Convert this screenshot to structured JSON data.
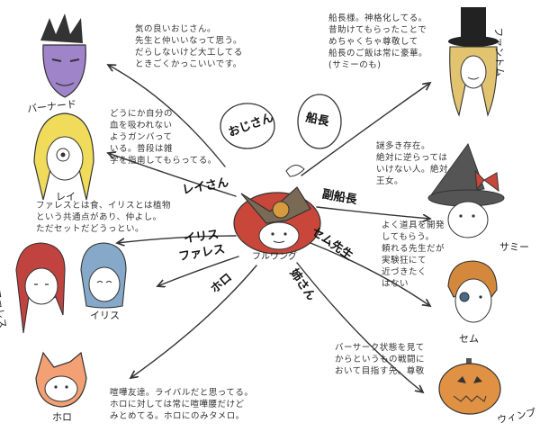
{
  "center": {
    "label": "フルワング"
  },
  "notes": {
    "bernard": "気の良いおじさん。\n先生と仲いいなって思う。\nだらしないけど大工してる\nときごくかっこいいです。",
    "reit": "どうにか自分の\n血を吸われない\nようガンバって\nいる。普段は雑\n学を指南してもらってる。",
    "phares_iris": "ファレスとは食、イリスとは植物\nという共通点があり、仲よし。\nただセットだどうっとい。",
    "holo": "喧嘩友達。ライバルだと思ってる。\nホロに対しては常に喧嘩腰だけど\nみとめてる。ホロにのみタメロ。",
    "captain": "船長様。神格化してる。\n昔助けてもらったことで\nめちゃくちゃ尊敬して\n船長のご飯は常に豪華。\n(サミーのも)",
    "sammy": "謎多き存在。\n絶対に逆らっては\nいけない人。絶対\n王女。",
    "sem": "よく道具を開発\nしてもらう。\n頼れる先生だが\n実験狂にて\n近づきたく\nはない",
    "wimp": "バーサーク状態を見て\nからというもの戦闘に\nおいて目指す先。尊敬"
  },
  "tags": {
    "ojisan": "おじさん",
    "captain": "船長",
    "reisan": "レイさん",
    "vice": "副船長",
    "sem_sensei": "セム先生",
    "iris": "イリス",
    "phares": "ファレス",
    "holo": "ホロ",
    "anesan": "姉さん"
  },
  "names": {
    "bernard": "バーナード",
    "reit": "レイ",
    "phares": "ファレス",
    "iris": "イリス",
    "holo": "ホロ",
    "fontom": "ファントム",
    "sammy": "サミー",
    "sem": "セム",
    "wimp": "ウィンプ"
  },
  "colors": {
    "ink": "#333333",
    "center_hat": "#c8463a",
    "bernard_skin": "#9f84c9",
    "reit_hair": "#f0dc5a",
    "phares_hair": "#c0433f",
    "iris_hair": "#86a9c9",
    "holo_hair": "#f2a074",
    "fontom_hair": "#e2c470",
    "sem_hair": "#d4883c",
    "wimp_pumpkin": "#e09143",
    "sammy_hat": "#555555",
    "sammy_bow": "#c8463a"
  }
}
